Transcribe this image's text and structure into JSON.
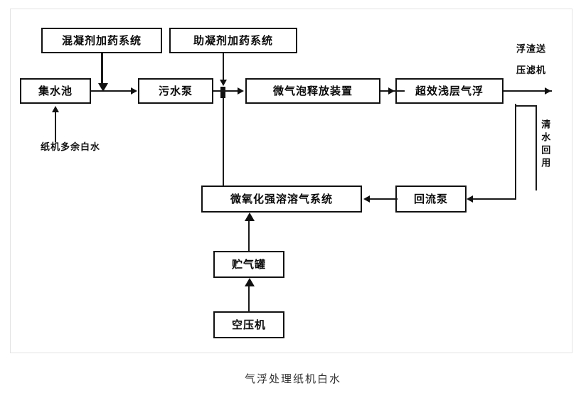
{
  "figure": {
    "caption": "气浮处理纸机白水"
  },
  "nodes": {
    "coagulant_dosing": "混凝剂加药系统",
    "flocculant_dosing": "助凝剂加药系统",
    "collection_tank": "集水池",
    "sewage_pump": "污水泵",
    "microbubble_release": "微气泡释放装置",
    "shallow_air_flotation": "超效浅层气浮",
    "micro_oxidation_dissolved_air": "微氧化强溶溶气系统",
    "reflux_pump": "回流泵",
    "gas_storage_tank": "贮气罐",
    "air_compressor": "空压机"
  },
  "labels": {
    "influent": "纸机多余白水",
    "scum_line1": "浮渣送",
    "scum_line2": "压滤机",
    "clear_water_reuse": "清水回用"
  },
  "colors": {
    "line": "#1a1a1a",
    "box_border": "#111111",
    "frame": "#e3e3e3",
    "background": "#ffffff",
    "caption_text": "#333333"
  }
}
